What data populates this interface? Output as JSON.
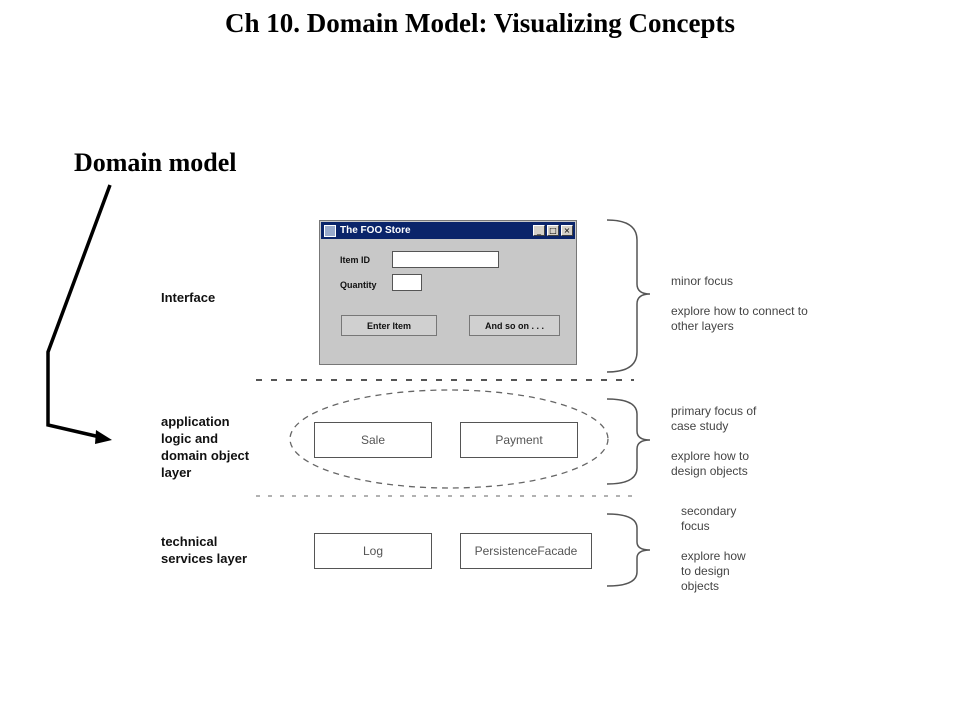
{
  "title": "Ch 10. Domain Model: Visualizing Concepts",
  "subtitle": "Domain model",
  "layers": {
    "interface": "Interface",
    "application": "application\nlogic and\ndomain object\nlayer",
    "technical": "technical\nservices layer"
  },
  "window": {
    "title": "The FOO Store",
    "item_id_label": "Item ID",
    "quantity_label": "Quantity",
    "item_id_value": "",
    "quantity_value": "",
    "enter_button": "Enter Item",
    "more_button": "And so on . . .",
    "minimize_icon": "_",
    "maximize_icon": "□",
    "close_icon": "×"
  },
  "domain_boxes": {
    "sale": "Sale",
    "payment": "Payment"
  },
  "service_boxes": {
    "log": "Log",
    "persistence": "PersistenceFacade"
  },
  "notes": {
    "interface": "minor focus\n\nexplore how to connect to\nother layers",
    "application": "primary focus of\ncase study\n\nexplore how to\ndesign objects",
    "technical": "secondary\nfocus\n\nexplore how\nto design\nobjects"
  }
}
